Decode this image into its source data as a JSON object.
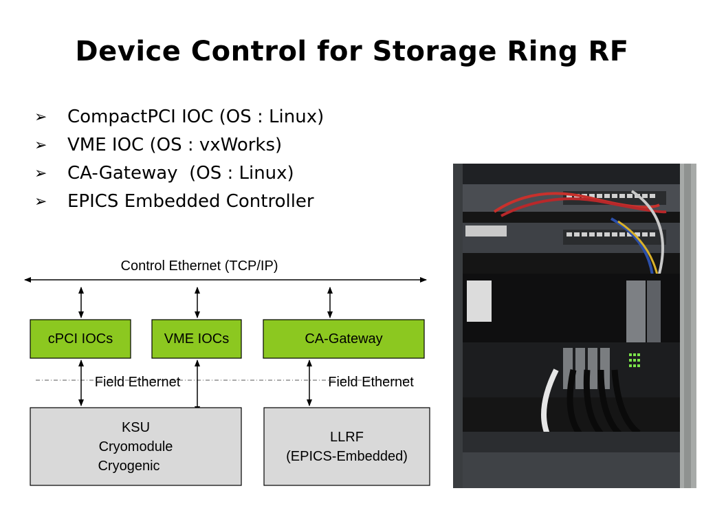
{
  "slide": {
    "title": "Device Control for Storage Ring RF",
    "bullets": [
      "CompactPCI IOC (OS : Linux)",
      "VME IOC (OS : vxWorks)",
      "CA-Gateway  (OS : Linux)",
      "EPICS Embedded Controller"
    ]
  },
  "diagram": {
    "control_ethernet_label": "Control Ethernet (TCP/IP)",
    "boxes": {
      "cpci": "cPCI IOCs",
      "vme": "VME IOCs",
      "gateway": "CA-Gateway",
      "ksu_lines": [
        "KSU",
        "Cryomodule",
        "Cryogenic"
      ],
      "llrf_lines": [
        "LLRF",
        "(EPICS-Embedded)"
      ]
    },
    "field_ethernet_left": "Field Ethernet",
    "field_ethernet_right": "Field Ethernet",
    "colors": {
      "ioc_fill": "#8cc820",
      "device_fill": "#d9d9d9"
    }
  }
}
